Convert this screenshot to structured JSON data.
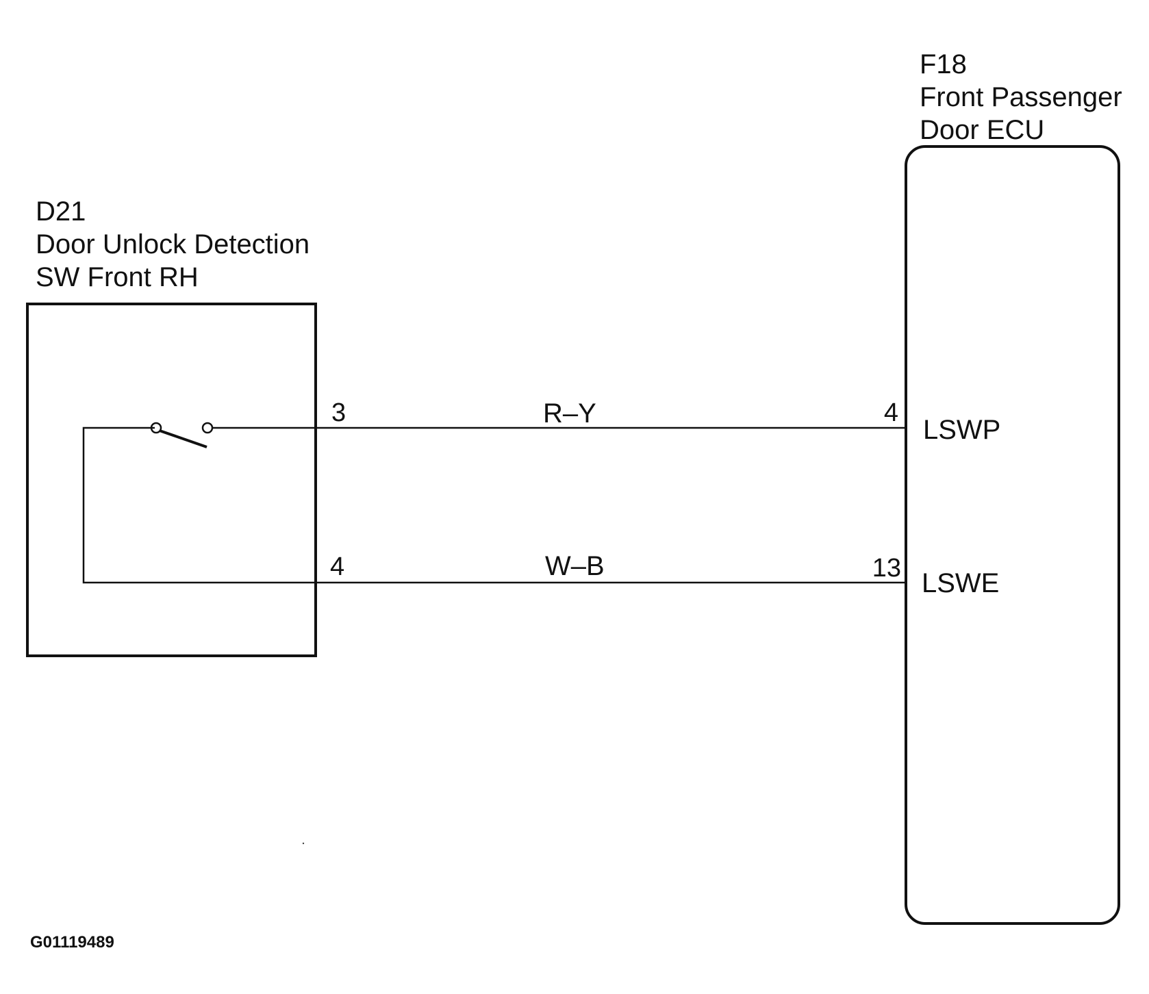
{
  "components": {
    "left": {
      "id": "D21",
      "name_line1": "Door Unlock Detection",
      "name_line2": "SW Front RH"
    },
    "right": {
      "id": "F18",
      "name_line1": "Front Passenger",
      "name_line2": "Door ECU"
    }
  },
  "wires": [
    {
      "left_pin": "3",
      "color": "R–Y",
      "right_pin": "4",
      "terminal": "LSWP"
    },
    {
      "left_pin": "4",
      "color": "W–B",
      "right_pin": "13",
      "terminal": "LSWE"
    }
  ],
  "figure_id": "G01119489"
}
